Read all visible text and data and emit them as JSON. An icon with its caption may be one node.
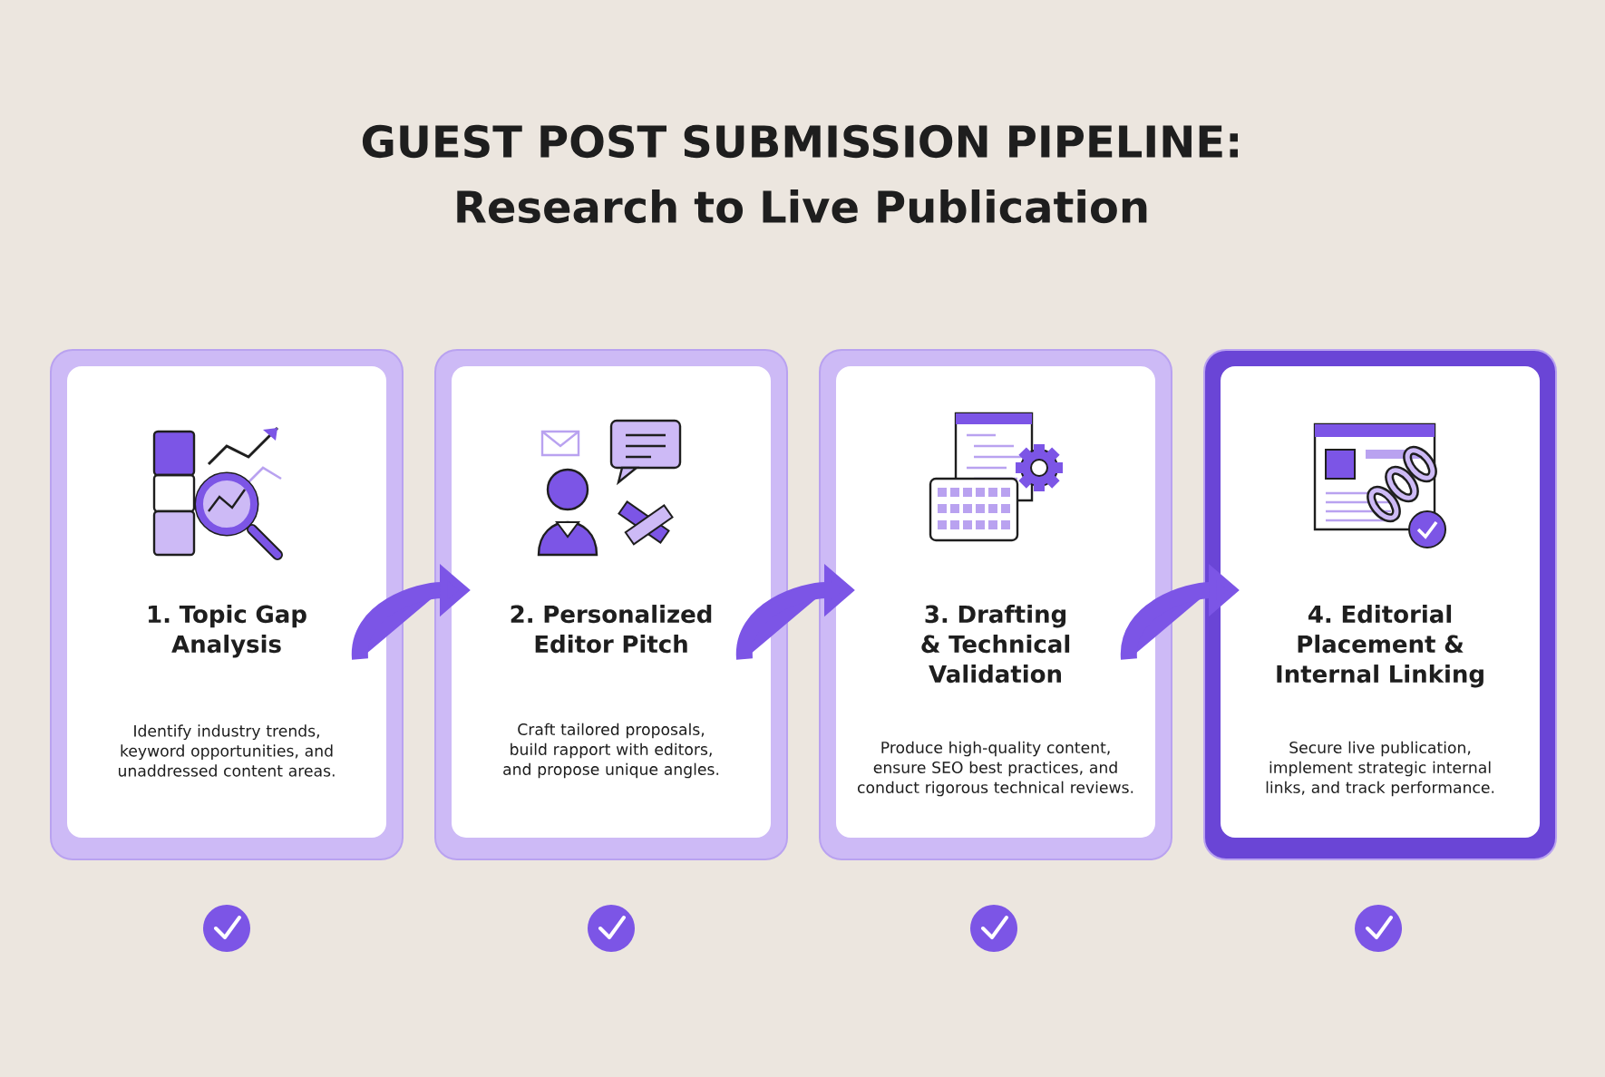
{
  "diagram": {
    "title": "GUEST POST SUBMISSION PIPELINE: Research to Live Publication",
    "nodes": [
      {
        "text": [
          "1. Topic Gap Analysis",
          "Identify industry trends, keyword opportunities, and unaddressed content areas."
        ]
      },
      {
        "text": [
          "2. Personalized Editor Pitch",
          "Craft tailored proposals, build rapport with editors, and propose unique angles."
        ]
      },
      {
        "text": [
          "3. Drafting & Technical Validation",
          "Produce high-quality content, ensure SEO best practices, and conduct rigorous technical reviews."
        ]
      },
      {
        "text": [
          "4. Editorial Placement & Internal Linking",
          "Secure live publication, implement strategic internal links, and track performance."
        ]
      }
    ],
    "edges": [
      {
        "from": 0,
        "to": 1,
        "arrow": "to"
      },
      {
        "from": 1,
        "to": 2,
        "arrow": "to"
      },
      {
        "from": 2,
        "to": 3,
        "arrow": "to"
      }
    ]
  }
}
